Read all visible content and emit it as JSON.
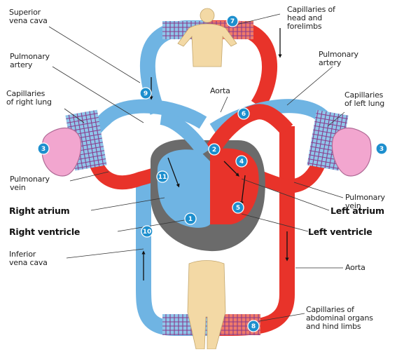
{
  "diagram": {
    "labels": {
      "superior_vena_cava": "Superior\nvena cava",
      "capillaries_head": "Capillaries of\nhead and\nforelimbs",
      "pulmonary_artery_left": "Pulmonary\nartery",
      "pulmonary_artery_right": "Pulmonary\nartery",
      "aorta_top": "Aorta",
      "capillaries_right_lung": "Capillaries\nof right lung",
      "capillaries_left_lung": "Capillaries\nof left lung",
      "pulmonary_vein_left": "Pulmonary\nvein",
      "pulmonary_vein_right": "Pulmonary\nvein",
      "right_atrium": "Right atrium",
      "left_atrium": "Left atrium",
      "right_ventricle": "Right ventricle",
      "left_ventricle": "Left ventricle",
      "inferior_vena_cava": "Inferior\nvena cava",
      "aorta_bottom": "Aorta",
      "capillaries_abdominal": "Capillaries of\nabdominal organs\nand hind limbs"
    },
    "markers": [
      "1",
      "2",
      "3",
      "3",
      "4",
      "5",
      "6",
      "7",
      "8",
      "9",
      "10",
      "11"
    ],
    "colors": {
      "oxygen_poor": "#6fb4e3",
      "oxygen_rich": "#e8332a",
      "heart_bg": "#6b6b6b",
      "lung": "#f2a6cf",
      "body": "#f3d9a5",
      "badge": "#1d8fce"
    }
  }
}
